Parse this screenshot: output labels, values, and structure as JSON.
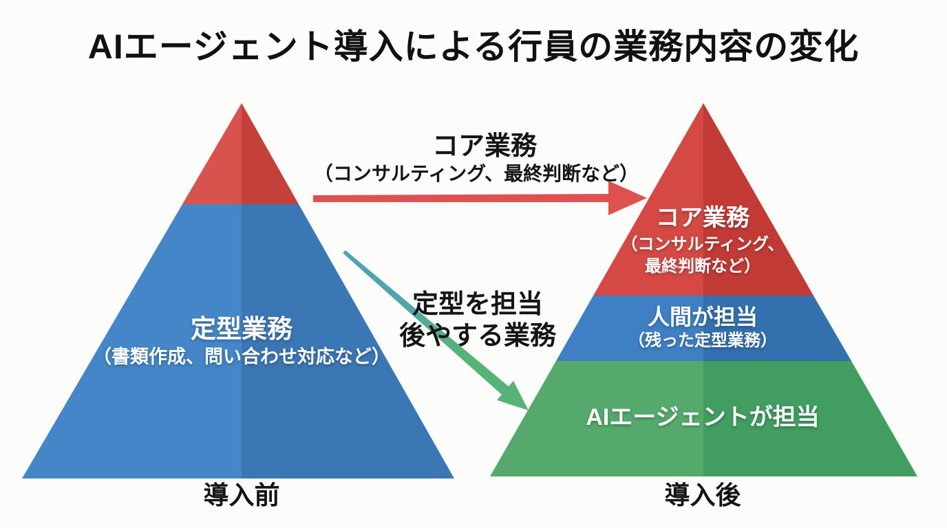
{
  "title": "AIエージェント導入による行員の業務内容の変化",
  "arrows": {
    "core_transfer": {
      "label": "コア業務",
      "sublabel": "（コンサルティング、最終判断など）"
    },
    "routine_transfer": {
      "label_line1": "定型を担当",
      "label_line2": "後やする業務"
    }
  },
  "before_pyramid": {
    "caption": "導入前",
    "routine_label": "定型業務",
    "routine_sublabel": "（書類作成、問い合わせ対応など）"
  },
  "after_pyramid": {
    "caption": "導入後",
    "core_label": "コア業務",
    "core_sublabel_line1": "（コンサルティング、",
    "core_sublabel_line2": "最終判断など）",
    "human_label": "人間が担当",
    "human_sublabel": "（残った定型業務）",
    "ai_label": "AIエージェントが担当"
  },
  "colors": {
    "background": "#FCFCFB",
    "before_red_light": "#D9534E",
    "before_red_dark": "#C6403B",
    "before_blue_light": "#4486C7",
    "before_blue_dark": "#3B76B5",
    "after_red_light": "#D54944",
    "after_red_dark": "#C23A36",
    "after_blue_light": "#3E80C3",
    "after_blue_dark": "#3470AE",
    "after_green_light": "#55A96D",
    "after_green_dark": "#429D61",
    "arrow_red": "#DF5050",
    "arrow_teal": "#4FA3B4",
    "arrow_green": "#55B377",
    "text_black": "#151515",
    "text_white": "#FFFFFF"
  }
}
